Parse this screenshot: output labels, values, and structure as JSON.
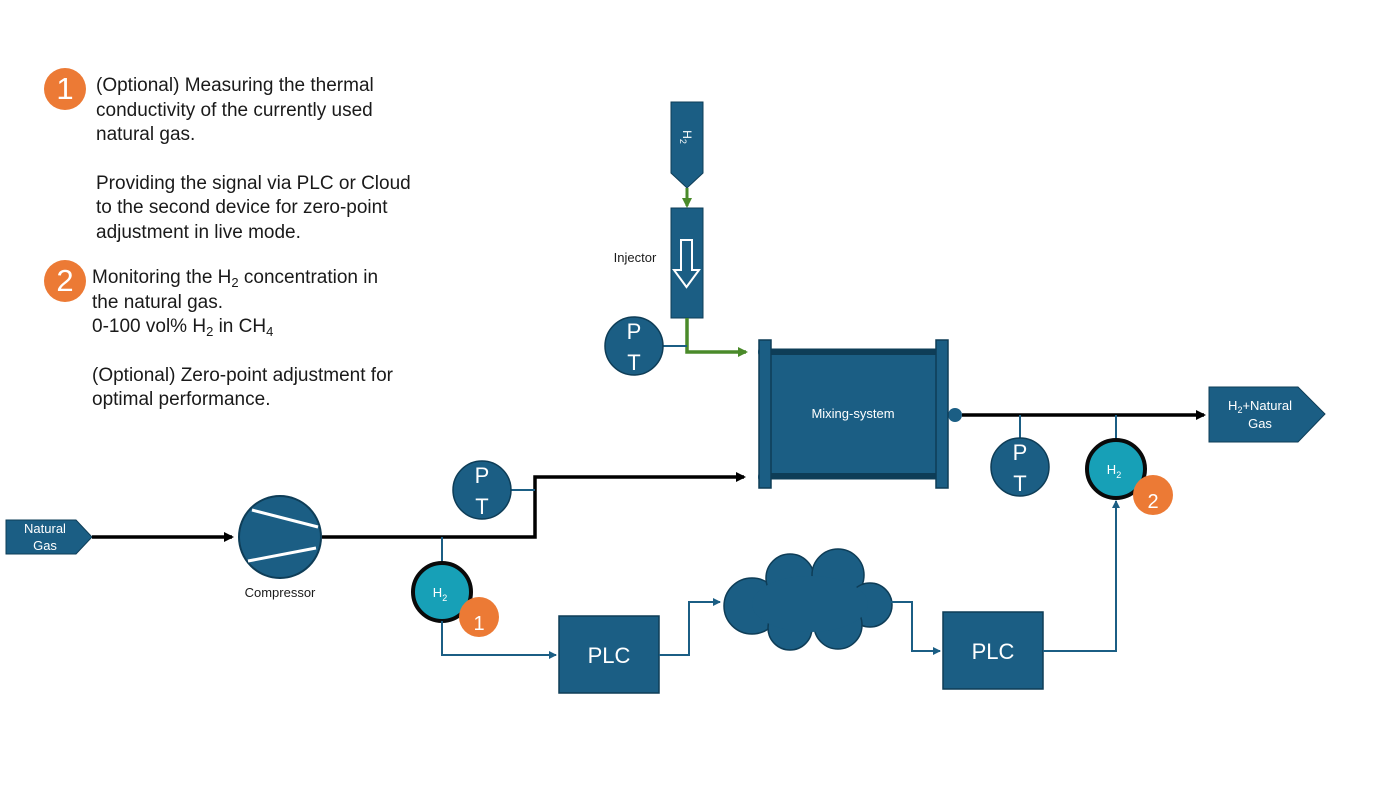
{
  "notes": {
    "note1": {
      "badge": "1",
      "line1": "(Optional) Measuring the thermal",
      "line2": "conductivity of the currently used",
      "line3": "natural gas.",
      "line4": "Providing the signal via PLC or Cloud",
      "line5": "to the second device for zero-point",
      "line6": "adjustment in live mode."
    },
    "note2": {
      "badge": "2",
      "l1_pre": "Monitoring the H",
      "l1_sub": "2",
      "l1_post": " concentration in",
      "line2": "the natural gas.",
      "l3_pre": "0-100 vol% H",
      "l3_sub1": "2",
      "l3_mid": " in CH",
      "l3_sub2": "4",
      "line4": "(Optional) Zero-point adjustment for",
      "line5": "optimal performance."
    }
  },
  "diagram": {
    "natural_gas_label_1": "Natural",
    "natural_gas_label_2": "Gas",
    "compressor_label": "Compressor",
    "h2_tank_label": "H",
    "h2_tank_sub": "2",
    "injector_label": "Injector",
    "mixing_label": "Mixing-system",
    "output_label_pre": "H",
    "output_label_sub": "2",
    "output_label_post": "+Natural",
    "output_label_2": "Gas",
    "pt_top": "P",
    "pt_bottom": "T",
    "sensor_label": "H",
    "sensor_sub": "2",
    "sensor1_badge": "1",
    "sensor2_badge": "2",
    "plc_label": "PLC"
  },
  "colors": {
    "blue": "#1b5e84",
    "teal": "#17a0b7",
    "orange": "#ec7a35",
    "green": "#4a8a2a"
  }
}
